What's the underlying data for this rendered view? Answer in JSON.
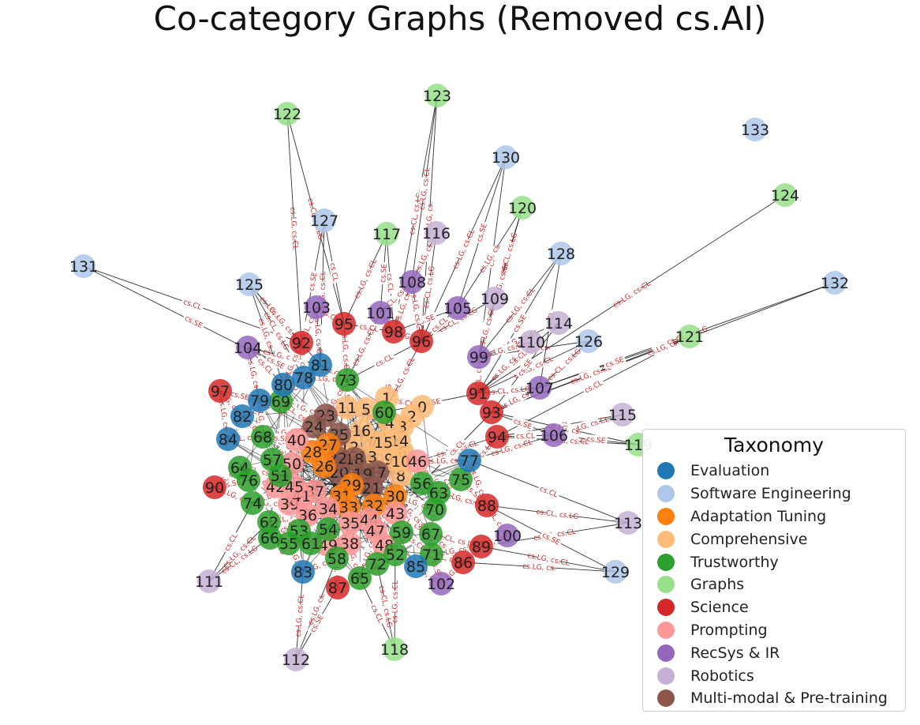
{
  "title": "Co-category Graphs (Removed cs.AI)",
  "legend": {
    "title": "Taxonomy",
    "items": [
      {
        "label": "Evaluation",
        "color": "#1f77b4"
      },
      {
        "label": "Software Engineering",
        "color": "#aec7e8"
      },
      {
        "label": "Adaptation Tuning",
        "color": "#ff7f0e"
      },
      {
        "label": "Comprehensive",
        "color": "#ffbb78"
      },
      {
        "label": "Trustworthy",
        "color": "#2ca02c"
      },
      {
        "label": "Graphs",
        "color": "#98df8a"
      },
      {
        "label": "Science",
        "color": "#d62728"
      },
      {
        "label": "Prompting",
        "color": "#ff9896"
      },
      {
        "label": "RecSys & IR",
        "color": "#9467bd"
      },
      {
        "label": "Robotics",
        "color": "#c5b0d5"
      },
      {
        "label": "Multi-modal & Pre-training",
        "color": "#8c564b"
      }
    ]
  },
  "edge_labels": [
    "cs.CL",
    "cs.SE",
    "cs.LG, cs.CL",
    "cs.LG, cs.",
    "cs.CL, cs.LG",
    "cs.LG, cs.CL"
  ],
  "nodes": [
    {
      "id": "0",
      "cat": 3
    },
    {
      "id": "1",
      "cat": 3
    },
    {
      "id": "2",
      "cat": 3
    },
    {
      "id": "3",
      "cat": 3
    },
    {
      "id": "4",
      "cat": 3
    },
    {
      "id": "5",
      "cat": 3
    },
    {
      "id": "6",
      "cat": 3
    },
    {
      "id": "7",
      "cat": 3
    },
    {
      "id": "8",
      "cat": 3
    },
    {
      "id": "9",
      "cat": 3
    },
    {
      "id": "10",
      "cat": 3
    },
    {
      "id": "11",
      "cat": 3
    },
    {
      "id": "12",
      "cat": 3
    },
    {
      "id": "13",
      "cat": 3
    },
    {
      "id": "14",
      "cat": 3
    },
    {
      "id": "15",
      "cat": 3
    },
    {
      "id": "16",
      "cat": 3
    },
    {
      "id": "17",
      "cat": 10
    },
    {
      "id": "18",
      "cat": 10
    },
    {
      "id": "19",
      "cat": 10
    },
    {
      "id": "20",
      "cat": 10
    },
    {
      "id": "21",
      "cat": 10
    },
    {
      "id": "22",
      "cat": 10
    },
    {
      "id": "23",
      "cat": 10
    },
    {
      "id": "24",
      "cat": 10
    },
    {
      "id": "25",
      "cat": 10
    },
    {
      "id": "26",
      "cat": 2
    },
    {
      "id": "27",
      "cat": 2
    },
    {
      "id": "28",
      "cat": 2
    },
    {
      "id": "29",
      "cat": 2
    },
    {
      "id": "30",
      "cat": 2
    },
    {
      "id": "31",
      "cat": 2
    },
    {
      "id": "32",
      "cat": 2
    },
    {
      "id": "33",
      "cat": 2
    },
    {
      "id": "34",
      "cat": 7
    },
    {
      "id": "35",
      "cat": 7
    },
    {
      "id": "36",
      "cat": 7
    },
    {
      "id": "37",
      "cat": 7
    },
    {
      "id": "38",
      "cat": 7
    },
    {
      "id": "39",
      "cat": 7
    },
    {
      "id": "40",
      "cat": 7
    },
    {
      "id": "41",
      "cat": 7
    },
    {
      "id": "42",
      "cat": 7
    },
    {
      "id": "43",
      "cat": 7
    },
    {
      "id": "44",
      "cat": 7
    },
    {
      "id": "45",
      "cat": 7
    },
    {
      "id": "46",
      "cat": 7
    },
    {
      "id": "47",
      "cat": 7
    },
    {
      "id": "48",
      "cat": 7
    },
    {
      "id": "49",
      "cat": 7
    },
    {
      "id": "50",
      "cat": 7
    },
    {
      "id": "51",
      "cat": 4
    },
    {
      "id": "52",
      "cat": 4
    },
    {
      "id": "53",
      "cat": 4
    },
    {
      "id": "54",
      "cat": 4
    },
    {
      "id": "55",
      "cat": 4
    },
    {
      "id": "56",
      "cat": 4
    },
    {
      "id": "57",
      "cat": 4
    },
    {
      "id": "58",
      "cat": 4
    },
    {
      "id": "59",
      "cat": 4
    },
    {
      "id": "60",
      "cat": 4
    },
    {
      "id": "61",
      "cat": 4
    },
    {
      "id": "62",
      "cat": 4
    },
    {
      "id": "63",
      "cat": 4
    },
    {
      "id": "64",
      "cat": 4
    },
    {
      "id": "65",
      "cat": 4
    },
    {
      "id": "66",
      "cat": 4
    },
    {
      "id": "67",
      "cat": 4
    },
    {
      "id": "68",
      "cat": 4
    },
    {
      "id": "69",
      "cat": 4
    },
    {
      "id": "70",
      "cat": 4
    },
    {
      "id": "71",
      "cat": 4
    },
    {
      "id": "72",
      "cat": 4
    },
    {
      "id": "73",
      "cat": 4
    },
    {
      "id": "74",
      "cat": 4
    },
    {
      "id": "75",
      "cat": 4
    },
    {
      "id": "76",
      "cat": 4
    },
    {
      "id": "77",
      "cat": 0
    },
    {
      "id": "78",
      "cat": 0
    },
    {
      "id": "79",
      "cat": 0
    },
    {
      "id": "80",
      "cat": 0
    },
    {
      "id": "81",
      "cat": 0
    },
    {
      "id": "82",
      "cat": 0
    },
    {
      "id": "83",
      "cat": 0
    },
    {
      "id": "84",
      "cat": 0
    },
    {
      "id": "85",
      "cat": 0
    },
    {
      "id": "86",
      "cat": 6
    },
    {
      "id": "87",
      "cat": 6
    },
    {
      "id": "88",
      "cat": 6
    },
    {
      "id": "89",
      "cat": 6
    },
    {
      "id": "90",
      "cat": 6
    },
    {
      "id": "91",
      "cat": 6
    },
    {
      "id": "92",
      "cat": 6
    },
    {
      "id": "93",
      "cat": 6
    },
    {
      "id": "94",
      "cat": 6
    },
    {
      "id": "95",
      "cat": 6
    },
    {
      "id": "96",
      "cat": 6
    },
    {
      "id": "97",
      "cat": 6
    },
    {
      "id": "98",
      "cat": 6
    },
    {
      "id": "99",
      "cat": 8
    },
    {
      "id": "100",
      "cat": 8
    },
    {
      "id": "101",
      "cat": 8
    },
    {
      "id": "102",
      "cat": 8
    },
    {
      "id": "103",
      "cat": 8
    },
    {
      "id": "104",
      "cat": 8
    },
    {
      "id": "105",
      "cat": 8
    },
    {
      "id": "106",
      "cat": 8
    },
    {
      "id": "107",
      "cat": 8
    },
    {
      "id": "108",
      "cat": 8
    },
    {
      "id": "109",
      "cat": 9
    },
    {
      "id": "110",
      "cat": 9
    },
    {
      "id": "111",
      "cat": 9
    },
    {
      "id": "112",
      "cat": 9
    },
    {
      "id": "113",
      "cat": 9
    },
    {
      "id": "114",
      "cat": 9
    },
    {
      "id": "115",
      "cat": 9
    },
    {
      "id": "116",
      "cat": 9
    },
    {
      "id": "117",
      "cat": 5
    },
    {
      "id": "118",
      "cat": 5
    },
    {
      "id": "119",
      "cat": 5
    },
    {
      "id": "120",
      "cat": 5
    },
    {
      "id": "121",
      "cat": 5
    },
    {
      "id": "122",
      "cat": 5
    },
    {
      "id": "123",
      "cat": 5
    },
    {
      "id": "124",
      "cat": 5
    },
    {
      "id": "125",
      "cat": 1
    },
    {
      "id": "126",
      "cat": 1
    },
    {
      "id": "127",
      "cat": 1
    },
    {
      "id": "128",
      "cat": 1
    },
    {
      "id": "129",
      "cat": 1
    },
    {
      "id": "130",
      "cat": 1
    },
    {
      "id": "131",
      "cat": 1
    },
    {
      "id": "132",
      "cat": 1
    },
    {
      "id": "133",
      "cat": 1
    }
  ]
}
